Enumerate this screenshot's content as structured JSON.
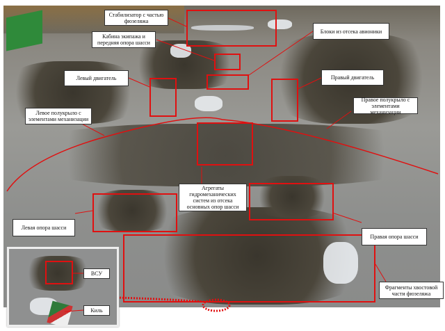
{
  "labels": {
    "stabilizer": "Стабилизатор с частью фюзеляжа",
    "cockpit": "Кабина экипажа и передняя опора шасси",
    "avionics": "Блоки из отсека авионики",
    "left_engine": "Левый двигатель",
    "right_engine": "Правый двигатель",
    "left_wing": "Левое полукрыло с элементами механизации",
    "right_wing": "Правое полукрыло с элементами механизации",
    "hydraulics": "Агрегаты гидромеханических систем из отсека основных опор шасси",
    "left_gear": "Левая опора шасси",
    "right_gear": "Правая опора шасси",
    "tail_fragments": "Фрагменты хвостовой части фюзеляжа",
    "apu": "ВСУ",
    "fin": "Киль"
  },
  "colors": {
    "annotation": "#e01010"
  }
}
